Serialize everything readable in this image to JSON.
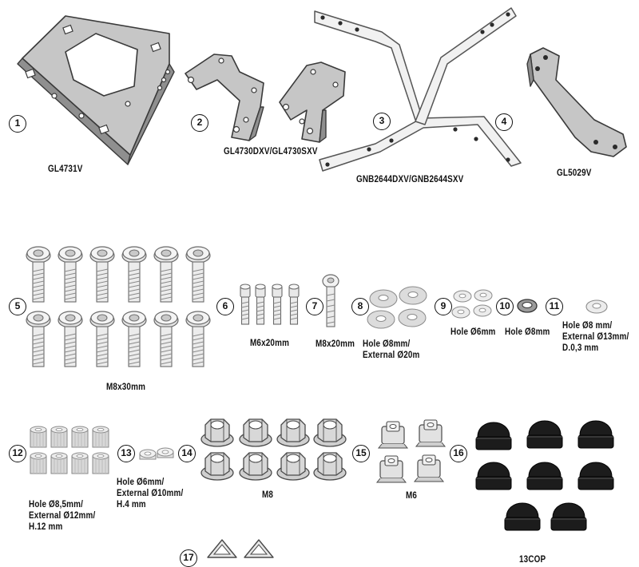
{
  "parts": [
    {
      "number": "1",
      "label": "GL4731V"
    },
    {
      "number": "2",
      "label": "GL4730DXV/GL4730SXV"
    },
    {
      "number": "3",
      "label": "GNB2644DXV/GNB2644SXV"
    },
    {
      "number": "4",
      "label": "GL5029V"
    },
    {
      "number": "5",
      "label": "M8x30mm"
    },
    {
      "number": "6",
      "label": "M6x20mm"
    },
    {
      "number": "7",
      "label": "M8x20mm"
    },
    {
      "number": "8",
      "label": "Hole Ø8mm/\nExternal Ø20m"
    },
    {
      "number": "9",
      "label": "Hole Ø6mm"
    },
    {
      "number": "10",
      "label": "Hole Ø8mm"
    },
    {
      "number": "11",
      "label": "Hole Ø8 mm/\nExternal Ø13mm/\nD.0,3 mm"
    },
    {
      "number": "12",
      "label": "Hole Ø8,5mm/\nExternal Ø12mm/\nH.12 mm"
    },
    {
      "number": "13",
      "label": "Hole Ø6mm/\nExternal Ø10mm/\nH.4 mm"
    },
    {
      "number": "14",
      "label": "M8"
    },
    {
      "number": "15",
      "label": "M6"
    },
    {
      "number": "16",
      "label": "13COP"
    },
    {
      "number": "17",
      "label": ""
    }
  ]
}
